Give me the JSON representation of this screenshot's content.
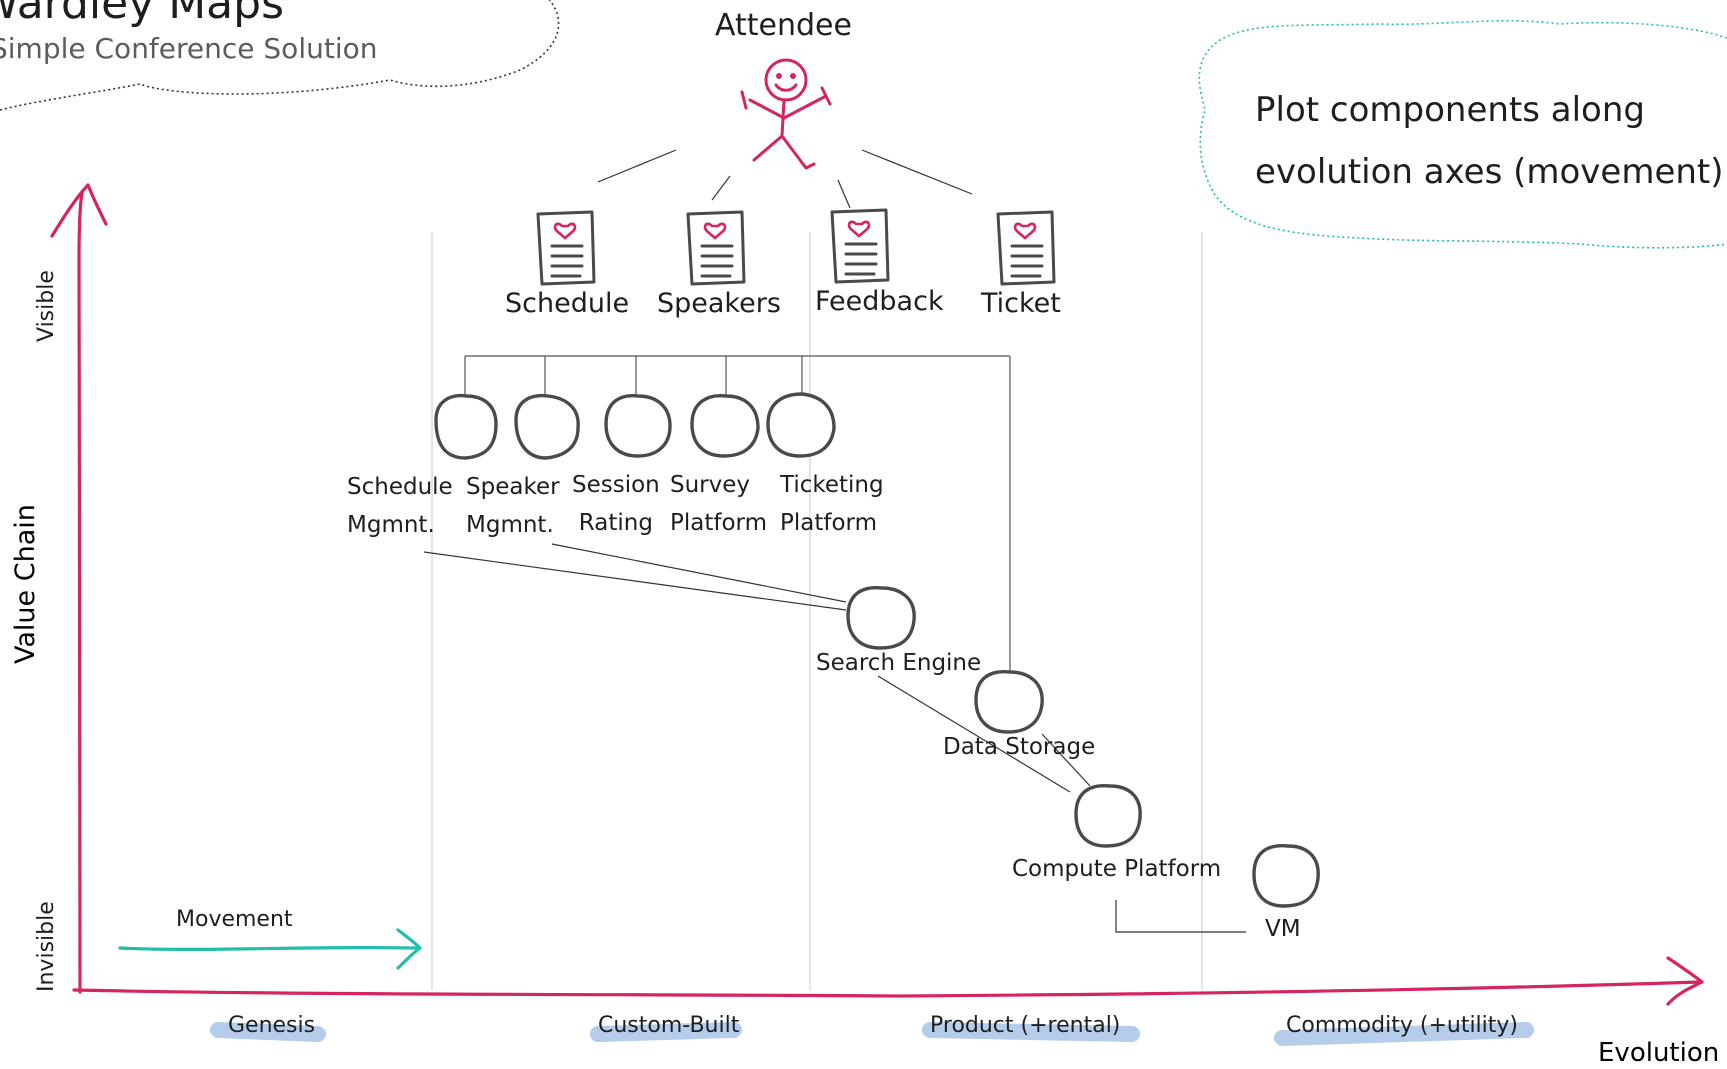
{
  "map": {
    "title": "Wardley Maps",
    "subtitle": "Simple Conference Solution",
    "note_line1": "Plot components along",
    "note_line2": "evolution axes (movement)"
  },
  "user": {
    "label": "Attendee"
  },
  "needs": [
    {
      "label": "Schedule"
    },
    {
      "label": "Speakers"
    },
    {
      "label": "Feedback"
    },
    {
      "label": "Ticket"
    }
  ],
  "components": [
    {
      "line1": "Schedule",
      "line2": "Mgmnt."
    },
    {
      "line1": "Speaker",
      "line2": "Mgmnt."
    },
    {
      "line1": "Session",
      "line2": "Rating"
    },
    {
      "line1": "Survey",
      "line2": "Platform"
    },
    {
      "line1": "Ticketing",
      "line2": "Platform"
    },
    {
      "label": "Search Engine"
    },
    {
      "label": "Data Storage"
    },
    {
      "label": "Compute Platform"
    },
    {
      "label": "VM"
    }
  ],
  "axes": {
    "y_title": "Value Chain",
    "y_top": "Visible",
    "y_bottom": "Invisible",
    "x_title": "Evolution",
    "stages": [
      "Genesis",
      "Custom-Built",
      "Product (+rental)",
      "Commodity (+utility)"
    ]
  },
  "legend": {
    "movement": "Movement"
  },
  "colors": {
    "axis": "#d6245f",
    "person": "#d6245f",
    "movement_arrow": "#1fbfaa",
    "note_border": "#1fbfaa",
    "stage_highlight": "#a9c4e8",
    "node_stroke": "#4a4a4a",
    "link": "#333333",
    "stage_divider": "#d3d3d3"
  }
}
